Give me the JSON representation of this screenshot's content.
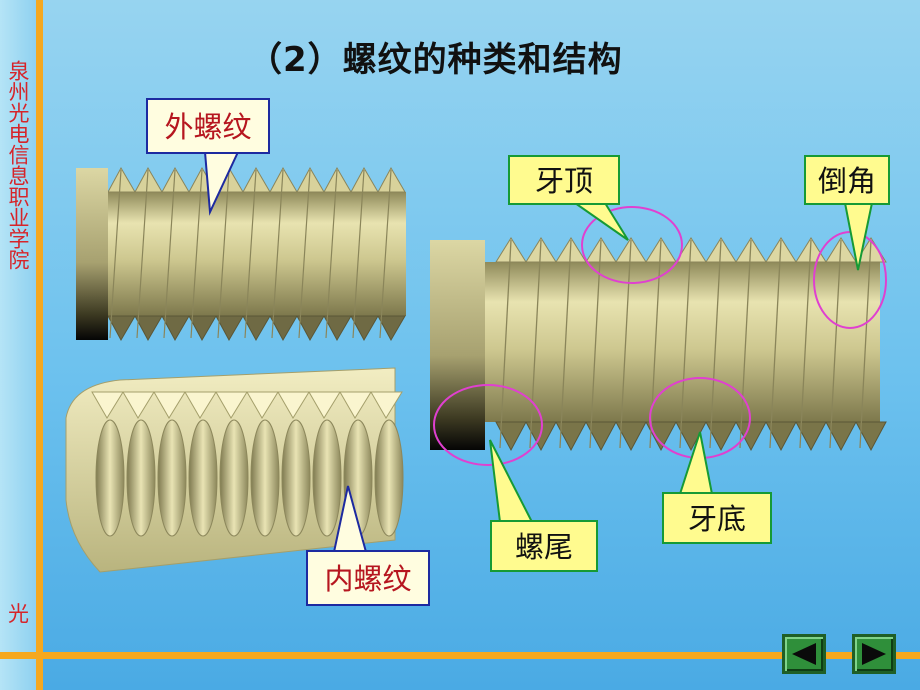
{
  "slide": {
    "title": "（2）螺纹的种类和结构",
    "side_text": "泉州光电信息职业学院",
    "side_char": "光",
    "labels": {
      "external_thread": "外螺纹",
      "internal_thread": "内螺纹",
      "crest": "牙顶",
      "chamfer": "倒角",
      "runout": "螺尾",
      "root": "牙底"
    },
    "nav": {
      "prev_icon": "triangle-left-icon",
      "next_icon": "triangle-right-icon"
    },
    "colors": {
      "background": "#6cc1ee",
      "accent_line": "#f5a81f",
      "side_text": "#d6242a",
      "thread_metal": "#cfca8e",
      "highlight_circle": "#e040d0",
      "label_green_border": "#169a35",
      "label_yellow_fill": "#fffb8f",
      "label_blue_border": "#1d2aa0",
      "label_red_text": "#b6161f"
    }
  }
}
